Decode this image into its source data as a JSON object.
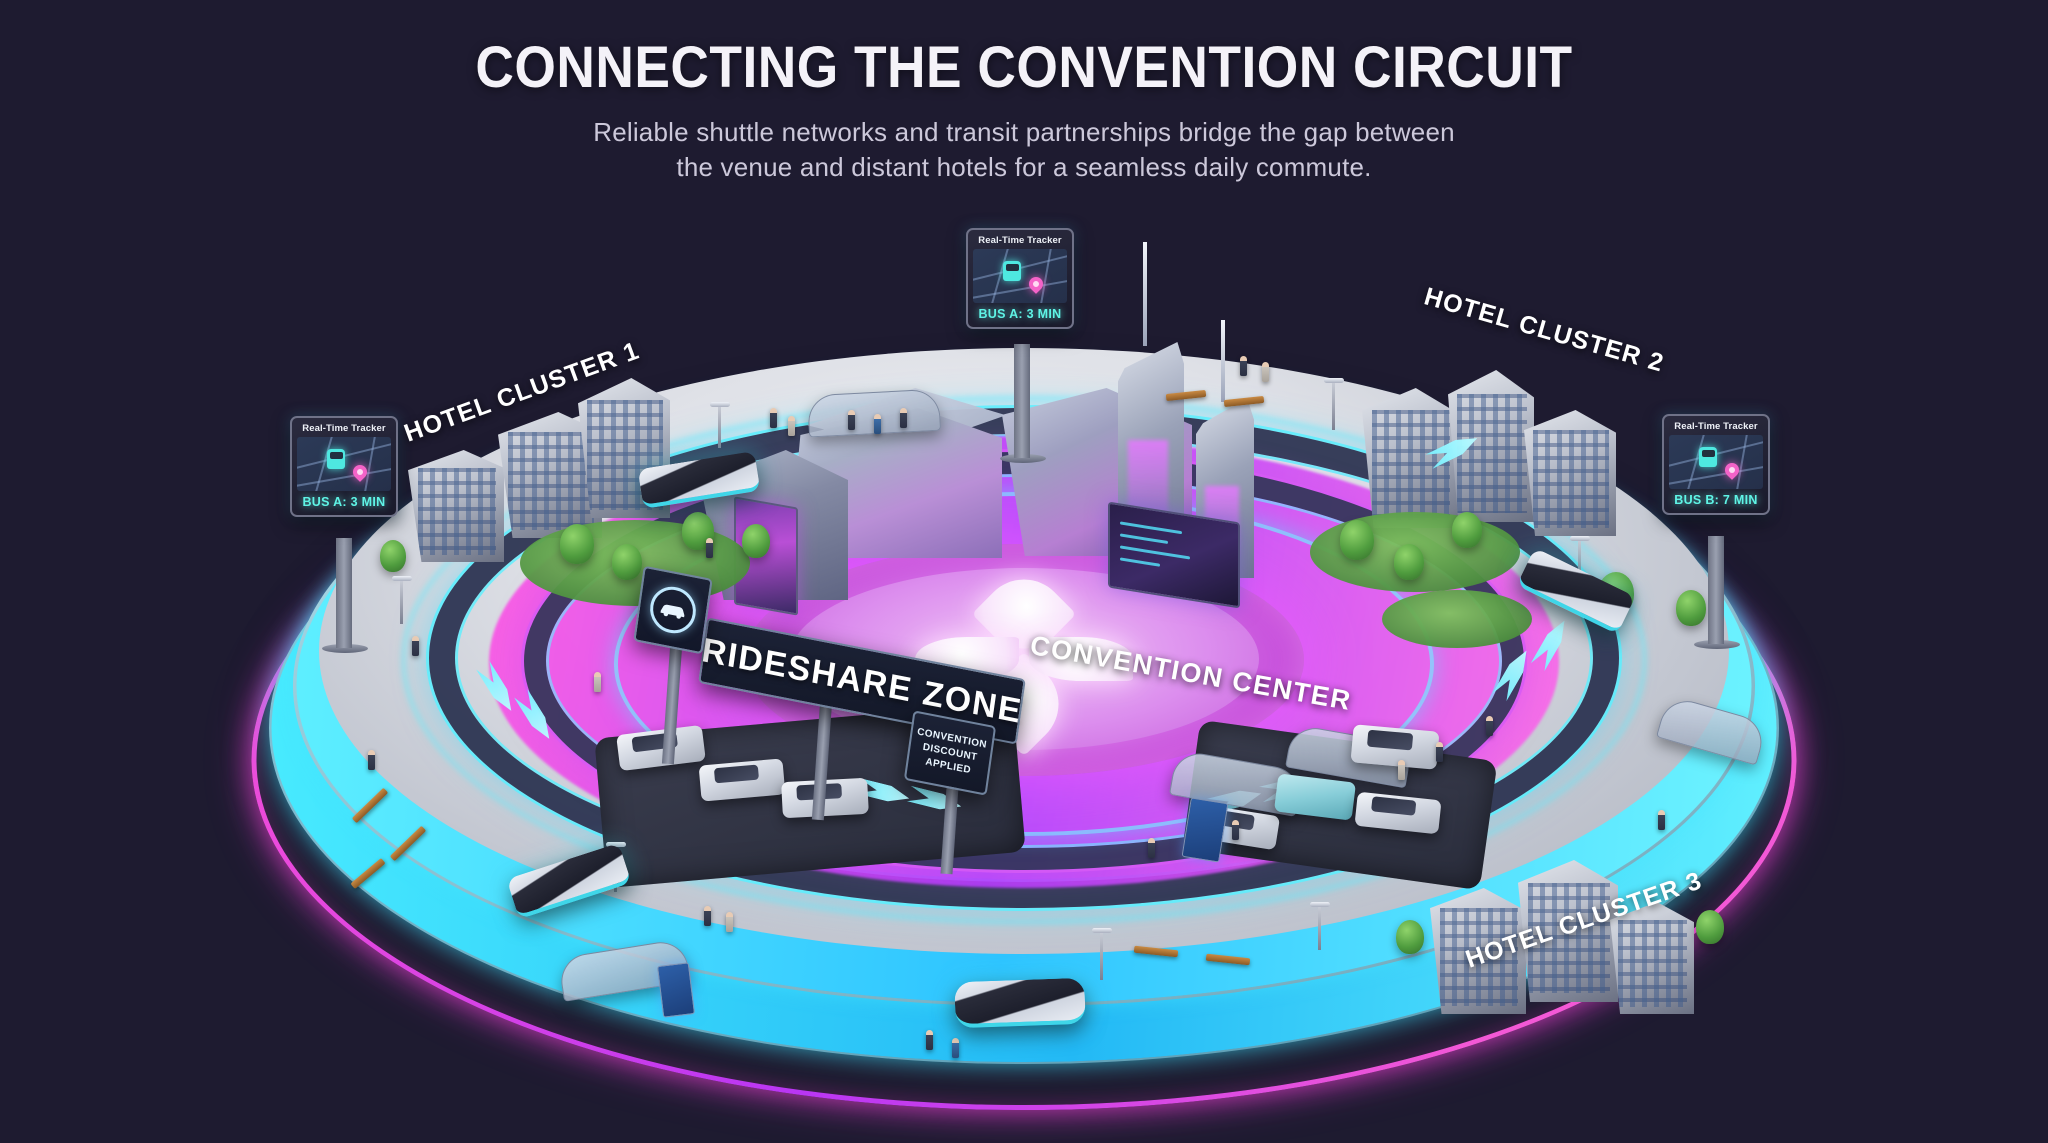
{
  "header": {
    "title": "CONNECTING THE CONVENTION CIRCUIT",
    "subtitle_line1": "Reliable shuttle networks and transit partnerships bridge the gap between",
    "subtitle_line2": "the venue and distant hotels for a seamless daily commute."
  },
  "colors": {
    "background": "#1e1b30",
    "neon_cyan": "#5ff0ff",
    "neon_magenta": "#ff55e4",
    "plaza_glow": "#d97bea",
    "text_primary": "#f4f2f8",
    "text_secondary": "#ccc8da",
    "eta_text": "#5ff4e6"
  },
  "map_labels": {
    "hotel_cluster_1": "HOTEL CLUSTER 1",
    "hotel_cluster_2": "HOTEL CLUSTER 2",
    "hotel_cluster_3": "HOTEL CLUSTER 3",
    "convention_center": "CONVENTION CENTER"
  },
  "trackers": [
    {
      "id": "tracker-top",
      "title": "Real-Time Tracker",
      "eta": "BUS A: 3 MIN",
      "bus_icon": "bus-icon",
      "pin_icon": "map-pin-icon",
      "position": "top-center"
    },
    {
      "id": "tracker-left",
      "title": "Real-Time Tracker",
      "eta": "BUS A: 3 MIN",
      "bus_icon": "bus-icon",
      "pin_icon": "map-pin-icon",
      "position": "left"
    },
    {
      "id": "tracker-right",
      "title": "Real-Time Tracker",
      "eta": "BUS B: 7 MIN",
      "bus_icon": "bus-icon",
      "pin_icon": "map-pin-icon",
      "position": "right"
    }
  ],
  "signage": {
    "rideshare": {
      "label": "RIDESHARE ZONE",
      "icon": "rideshare-car-icon",
      "icon_glyph": "A"
    },
    "discount": {
      "line1": "CONVENTION",
      "line2": "DISCOUNT",
      "line3": "APPLIED"
    }
  },
  "scene": {
    "vehicles": [
      {
        "name": "shuttle-bus-north",
        "type": "bus",
        "accent": "#3fd6e8"
      },
      {
        "name": "shuttle-bus-east",
        "type": "bus",
        "accent": "#3fd6e8"
      },
      {
        "name": "shuttle-bus-west",
        "type": "bus",
        "accent": "#3fd6e8"
      },
      {
        "name": "shuttle-bus-south",
        "type": "bus",
        "accent": "#3fd6e8"
      }
    ],
    "ring_roads": [
      "outer-transit-loop",
      "mid-transit-loop",
      "inner-plaza-loop"
    ],
    "flow_arrows": 6
  }
}
